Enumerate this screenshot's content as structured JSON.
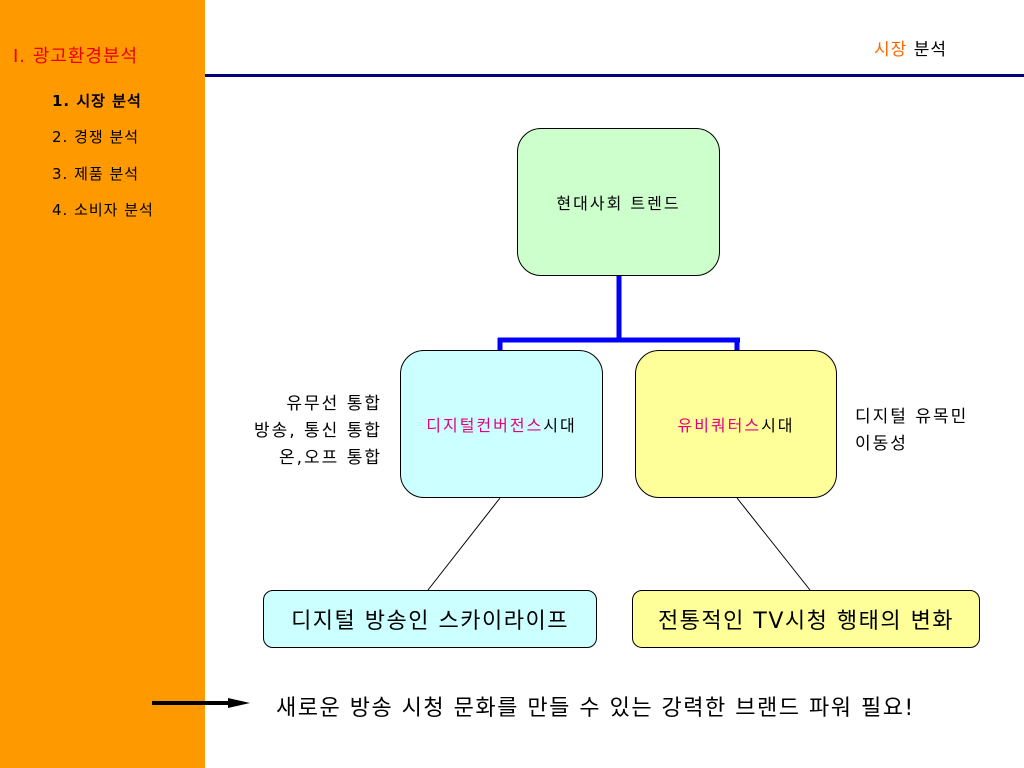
{
  "header": {
    "section_title": "I. 광고환경분석",
    "page_title_accent": "시장",
    "page_title_rest": "분석"
  },
  "sidebar": {
    "items": [
      {
        "label": "1. 시장 분석",
        "active": true
      },
      {
        "label": "2. 경쟁 분석",
        "active": false
      },
      {
        "label": "3. 제품 분석",
        "active": false
      },
      {
        "label": "4. 소비자 분석",
        "active": false
      }
    ]
  },
  "diagram": {
    "root": {
      "label": "현대사회 트렌드"
    },
    "left": {
      "accent": "디지털컨버전스",
      "rest": "시대",
      "notes": [
        "유무선 통합",
        "방송, 통신 통합",
        "온,오프 통합"
      ],
      "result": "디지털 방송인 스카이라이프"
    },
    "right": {
      "accent": "유비쿼터스",
      "rest": "시대",
      "notes": [
        "디지털 유목민",
        "이동성"
      ],
      "result": "전통적인 TV시청 행태의 변화"
    }
  },
  "conclusion": {
    "icon": "arrow-right-icon",
    "text": "새로운 방송 시청 문화를 만들 수 있는 강력한 브랜드 파워 필요!"
  },
  "colors": {
    "sidebar": "#FF9900",
    "section_red": "#E8000B",
    "title_accent": "#FF6600",
    "rule": "#000080",
    "root_fill": "#CCFFCC",
    "cyan_fill": "#CCFFFF",
    "yellow_fill": "#FFFF99",
    "accent_text": "#E6007E",
    "connector": "#0000FF"
  }
}
